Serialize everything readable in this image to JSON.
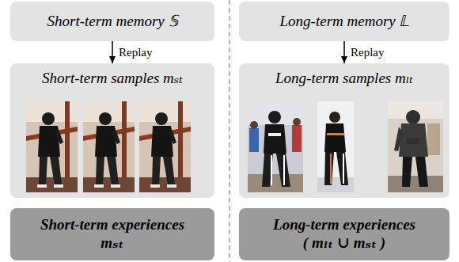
{
  "diagram": {
    "nodes": [
      {
        "text": [
          "Short-term memory 𝕊"
        ]
      },
      {
        "text": [
          "Short-term samples mₛₜ"
        ]
      },
      {
        "text": [
          "Short-term experiences",
          "mₛₜ"
        ]
      },
      {
        "text": [
          "Long-term memory 𝕃"
        ]
      },
      {
        "text": [
          "Long-term samples mₗₜ"
        ]
      },
      {
        "text": [
          "Long-term experiences",
          "( mₗₜ ∪ mₛₜ )"
        ]
      }
    ],
    "edges": [
      {
        "from": 0,
        "to": 1,
        "arrow": "to",
        "label": "Replay"
      },
      {
        "from": 3,
        "to": 4,
        "arrow": "to",
        "label": "Replay"
      }
    ]
  }
}
